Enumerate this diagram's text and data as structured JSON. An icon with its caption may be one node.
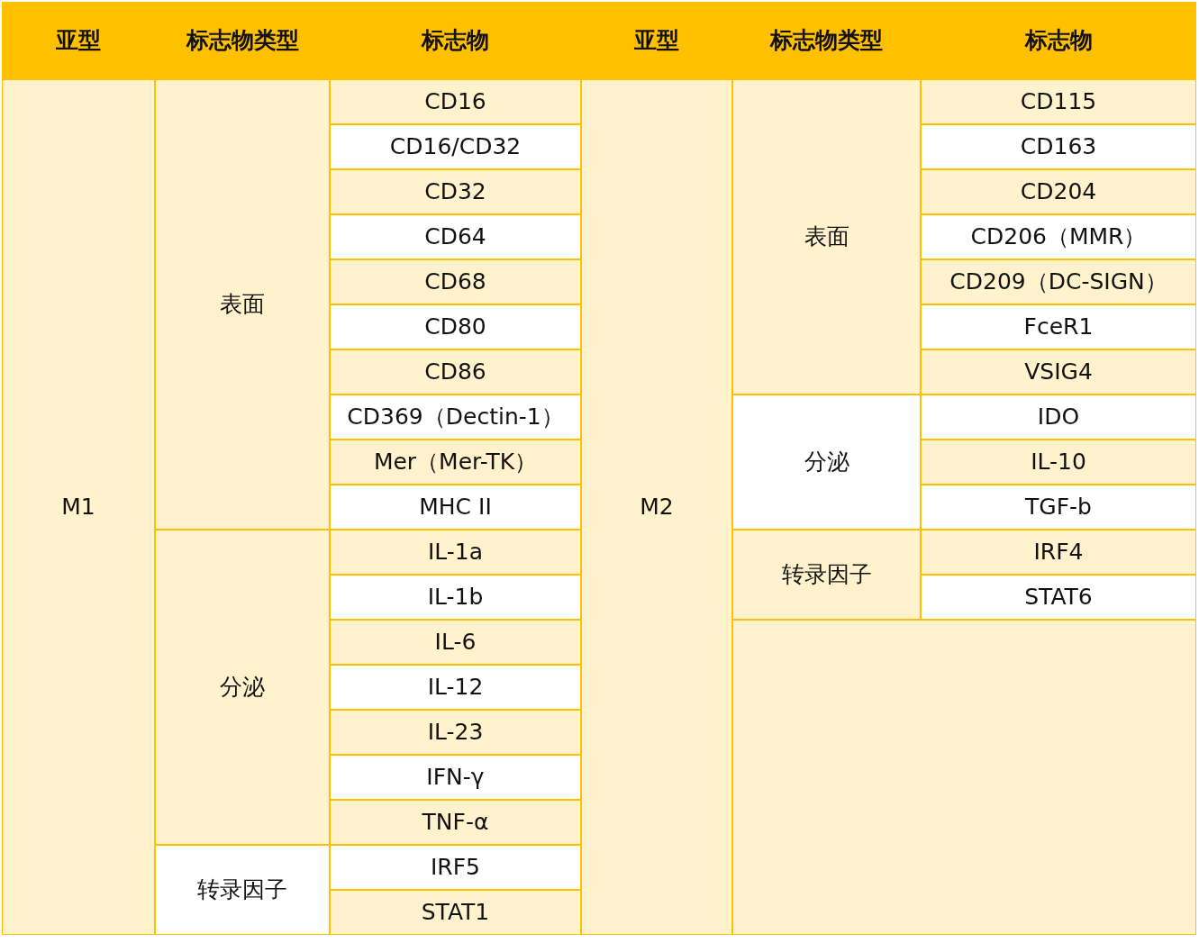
{
  "diagram": {
    "labels": [
      "亚型",
      "标志物类型",
      "标志物",
      "亚型",
      "标志物类型",
      "标志物",
      "M1",
      "表面",
      "CD16",
      "M2",
      "表面",
      "CD115",
      "CD16/CD32",
      "CD163",
      "CD32",
      "CD204",
      "CD64",
      "CD206（MMR）",
      "CD68",
      "CD209（DC-SIGN）",
      "CD80",
      "FceR1",
      "CD86",
      "VSIG4",
      "CD369（Dectin-1）",
      "分泌",
      "IDO",
      "Mer（Mer-TK）",
      "IL-10",
      "MHC II",
      "TGF-b",
      "分泌",
      "IL-1a",
      "转录因子",
      "IRF4",
      "IL-1b",
      "STAT6",
      "IL-6",
      "IL-12",
      "IL-23",
      "IFN-γ",
      "TNF-α",
      "转录因子",
      "IRF5",
      "STAT1"
    ]
  }
}
